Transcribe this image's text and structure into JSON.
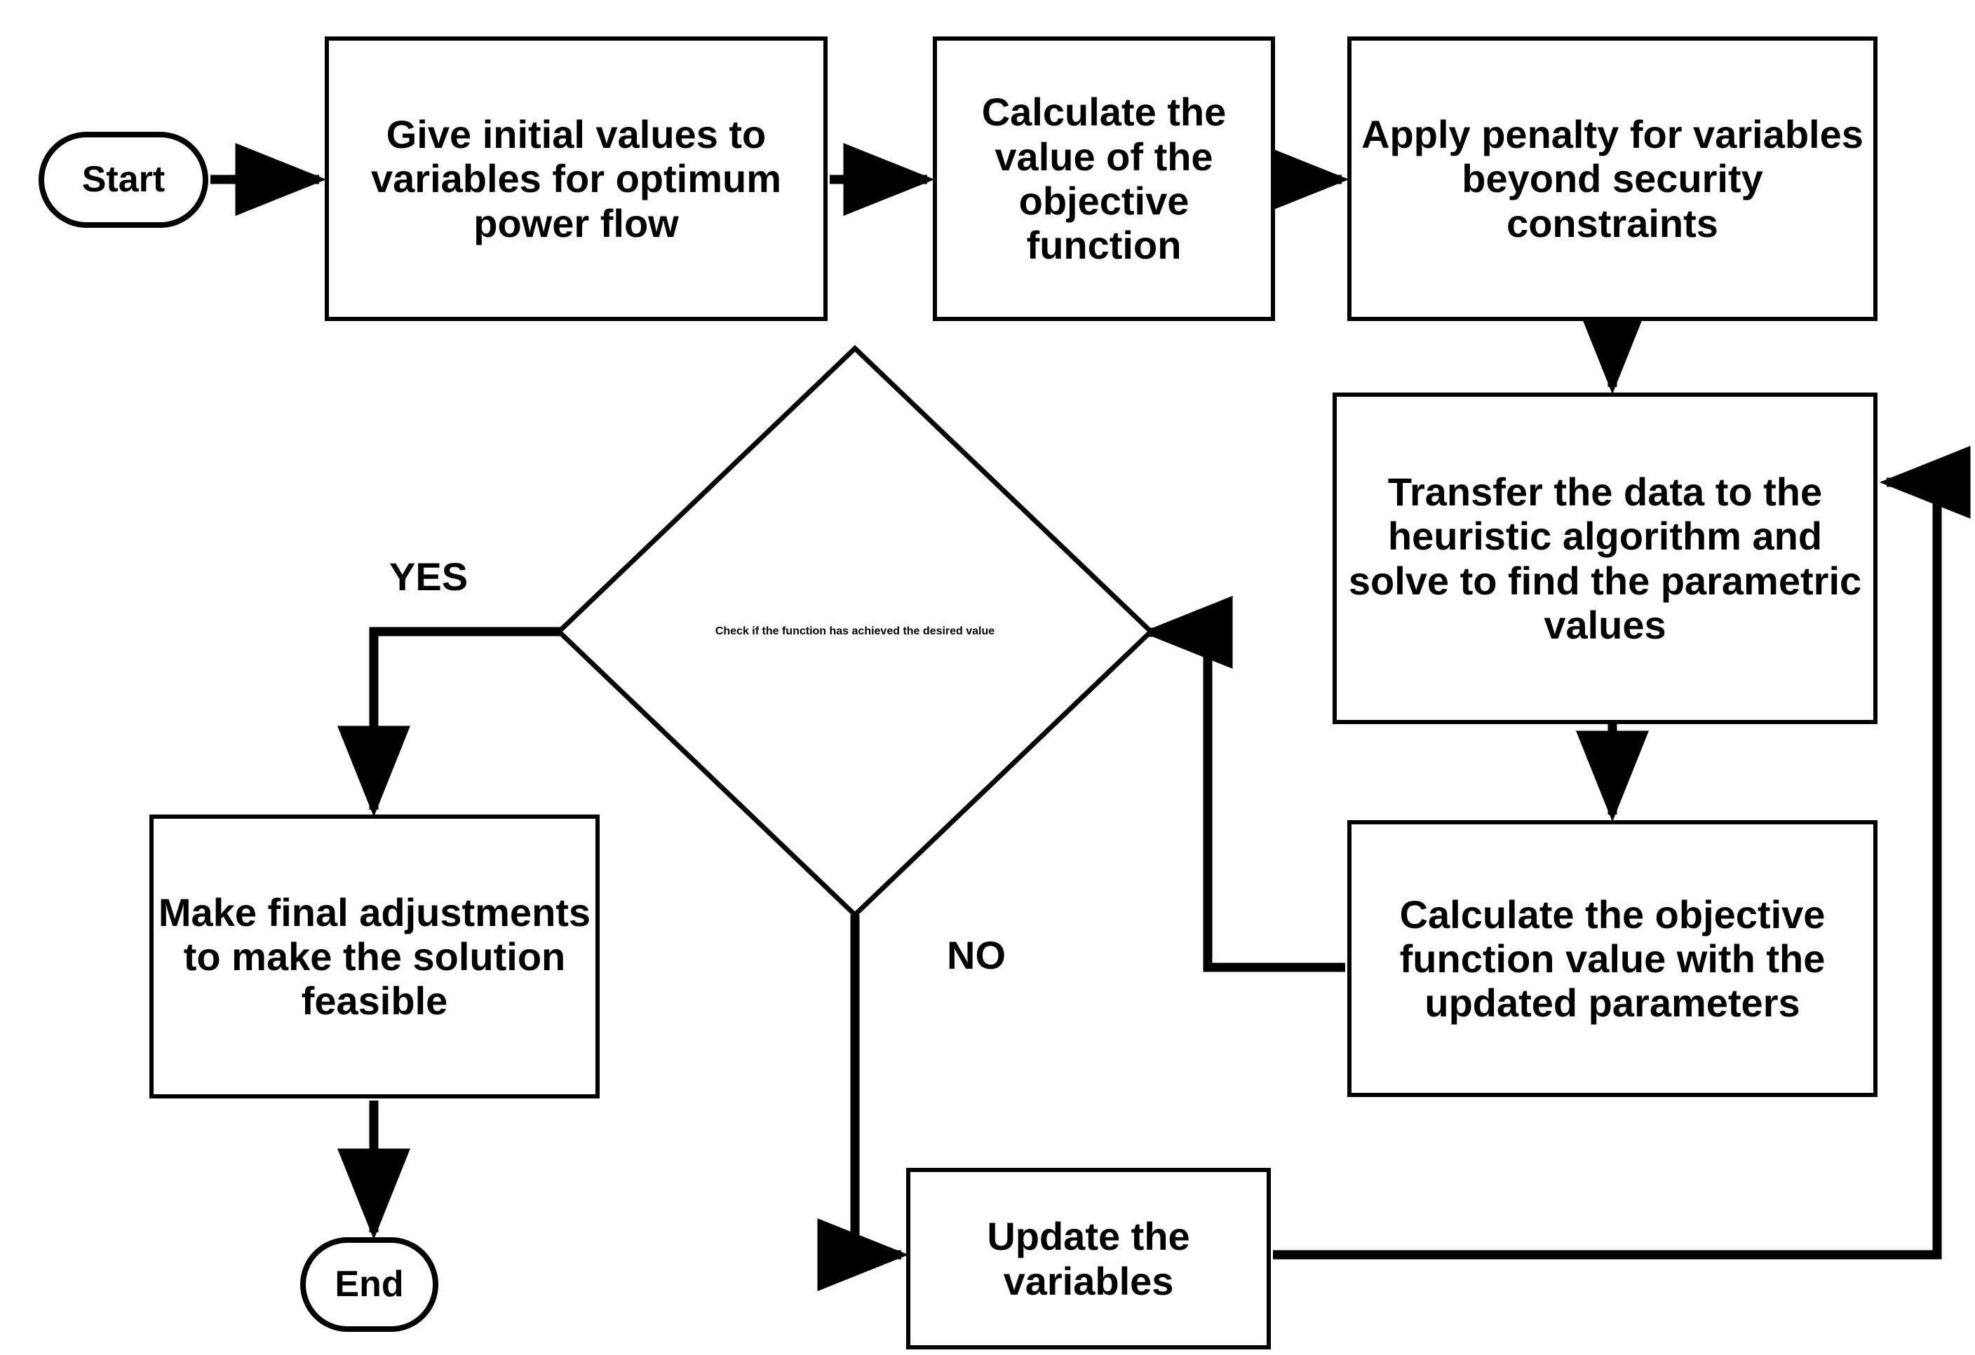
{
  "diagram": {
    "title": "Optimum power flow heuristic algorithm flowchart",
    "stroke_color": "#000000",
    "fill_color": "#ffffff",
    "background": "#ffffff"
  },
  "nodes": {
    "start": {
      "label": "Start",
      "shape": "terminator"
    },
    "give_initial_values": {
      "label": "Give initial values to variables for optimum power flow",
      "shape": "process"
    },
    "calculate_objective": {
      "label": "Calculate the value of the objective function",
      "shape": "process"
    },
    "apply_penalty": {
      "label": "Apply penalty for variables beyond security constraints",
      "shape": "process"
    },
    "transfer_data": {
      "label": "Transfer the data to the  heuristic algorithm and solve to find the parametric values",
      "shape": "process"
    },
    "calculate_updated": {
      "label": "Calculate the objective function value with the updated parameters",
      "shape": "process"
    },
    "check_desired": {
      "label": "Check if the function has achieved the desired value",
      "shape": "decision"
    },
    "make_final_adjustments": {
      "label": "Make final adjustments to make the solution feasible",
      "shape": "process"
    },
    "update_variables": {
      "label": "Update the variables",
      "shape": "process"
    },
    "end": {
      "label": "End",
      "shape": "terminator"
    }
  },
  "edge_labels": {
    "yes": "YES",
    "no": "NO"
  },
  "edges": [
    {
      "from": "start",
      "to": "give_initial_values",
      "label": ""
    },
    {
      "from": "give_initial_values",
      "to": "calculate_objective",
      "label": ""
    },
    {
      "from": "calculate_objective",
      "to": "apply_penalty",
      "label": ""
    },
    {
      "from": "apply_penalty",
      "to": "transfer_data",
      "label": ""
    },
    {
      "from": "transfer_data",
      "to": "calculate_updated",
      "label": ""
    },
    {
      "from": "calculate_updated",
      "to": "check_desired",
      "label": ""
    },
    {
      "from": "check_desired",
      "to": "make_final_adjustments",
      "label": "YES"
    },
    {
      "from": "check_desired",
      "to": "update_variables",
      "label": "NO"
    },
    {
      "from": "update_variables",
      "to": "transfer_data",
      "label": ""
    },
    {
      "from": "make_final_adjustments",
      "to": "end",
      "label": ""
    }
  ]
}
